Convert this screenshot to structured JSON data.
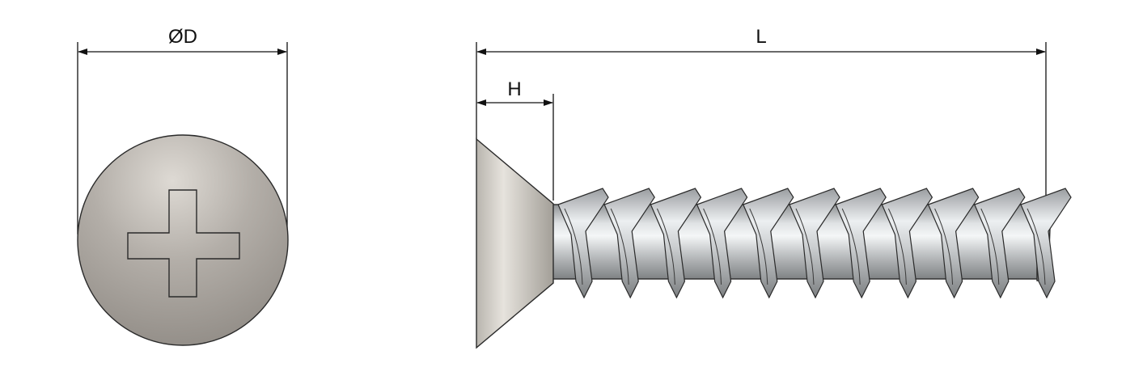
{
  "colors": {
    "line": "#111111",
    "head_light": "#dedad4",
    "head_dark": "#8f8a84",
    "thread_light": "#eceff1",
    "thread_dark": "#8e9193",
    "outline": "#2a2a2a"
  },
  "labels": {
    "diameter": "ØD",
    "length": "L",
    "head_height": "H"
  },
  "icons": {
    "head_end_view": "phillips-head-icon",
    "side_view": "countersunk-screw-icon"
  },
  "thread": {
    "visible_turns": 11
  }
}
